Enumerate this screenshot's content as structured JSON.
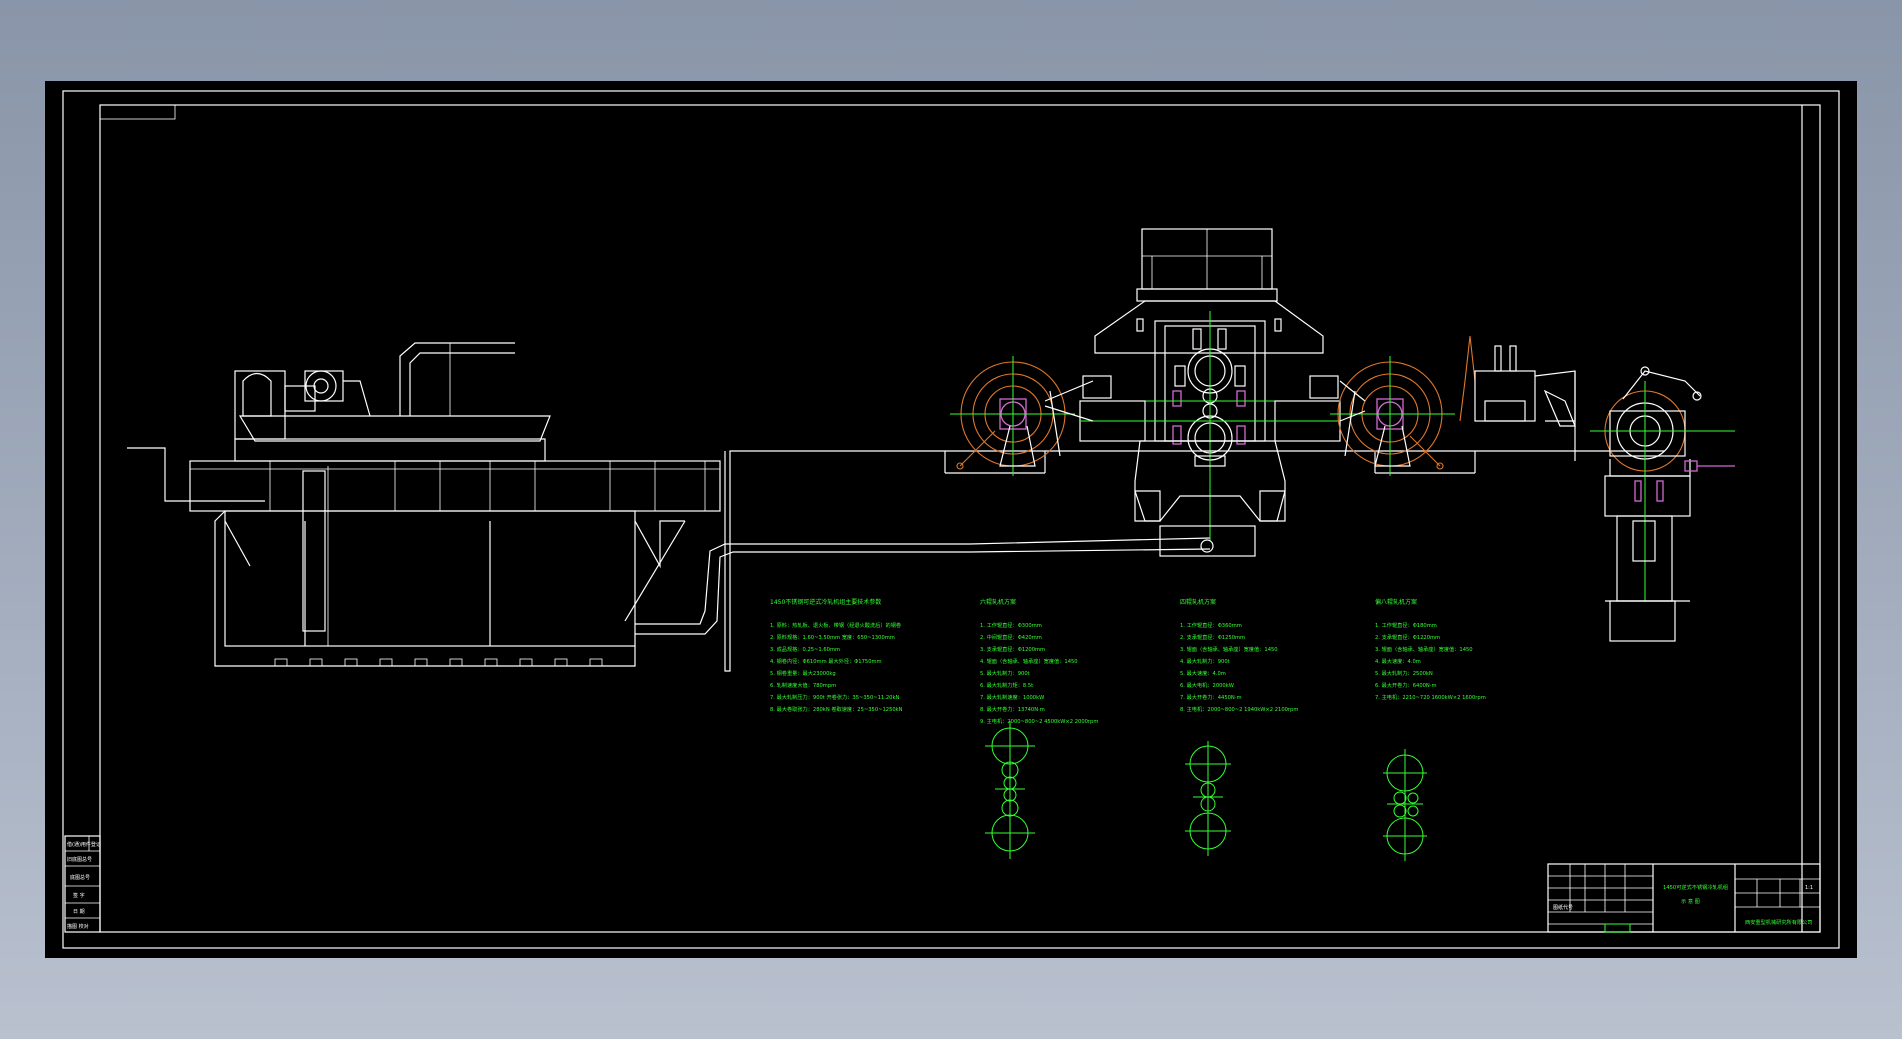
{
  "notes": {
    "intro": {
      "title": "1450不锈钢可逆式冷轧机组主要技术参数",
      "lines": [
        "1. 原料：热轧板、退火板、带钢（经退火酸洗后）的钢卷",
        "2. 原料规格：1.60~3.50mm 宽度：650~1300mm",
        "3. 成品规格：0.25~1.60mm",
        "4. 钢卷内径：Φ610mm 最大外径：Φ1750mm",
        "5. 钢卷重量：最大23000kg",
        "6. 轧制速度大值：780mpm",
        "7. 最大轧制压力：900t 开卷张力：35~350~11.20kN",
        "8. 最大卷取张力：280kN 卷取速度：25~350~1250kN"
      ]
    },
    "mill_a": {
      "title": "六辊轧机方案",
      "lines": [
        "1. 工作辊直径：Φ300mm",
        "2. 中间辊直径：Φ420mm",
        "3. 支承辊直径：Φ1200mm",
        "4. 辊面（含轴承、轴承座）宽度值：1450",
        "5. 最大轧制力：900t",
        "6. 最大轧制力矩：8.5t",
        "7. 最大轧制速度：1000kW",
        "8. 最大开卷力：13740N·m",
        "9. 主电机：2000~800~2 4500kW×2 2000rpm"
      ]
    },
    "mill_b": {
      "title": "四辊轧机方案",
      "lines": [
        "1. 工作辊直径：Φ360mm",
        "2. 支承辊直径：Φ1250mm",
        "3. 辊面（含轴承、轴承座）宽度值：1450",
        "4. 最大轧制力：900t",
        "5. 最大速度：4.0m",
        "6. 最大电机：2000kW",
        "7. 最大开卷力：4450N·m",
        "8. 主电机：2000~800~2 1940kW×2 2100rpm"
      ]
    },
    "mill_c": {
      "title": "偏八辊轧机方案",
      "lines": [
        "1. 工作辊直径：Φ180mm",
        "2. 支承辊直径：Φ1220mm",
        "3. 辊面（含轴承、轴承座）宽度值：1450",
        "4. 最大速度：4.0m",
        "5. 最大轧制力：2500kN",
        "6. 最大开卷力：6400N·m",
        "7. 主电机：2210~720 1600kW×2 1600rpm"
      ]
    }
  },
  "title_block": {
    "drawing_name": "1450可逆式不锈钢冷轧机组",
    "subtitle": "示 意 图",
    "company": "西安重型机械研究所有限公司",
    "scale": "1:1",
    "stamp": "图纸代号"
  },
  "left_strip": [
    "借(通)用件登记",
    "旧底图总号",
    "底图总号",
    "签 字",
    "日 期",
    "描图 校对"
  ],
  "colors": {
    "background": "#000000",
    "line": "#ffffff",
    "annotation": "#33ff33",
    "coil": "#e0772a",
    "highlight": "#d46ad4",
    "window": "#8995a8"
  }
}
